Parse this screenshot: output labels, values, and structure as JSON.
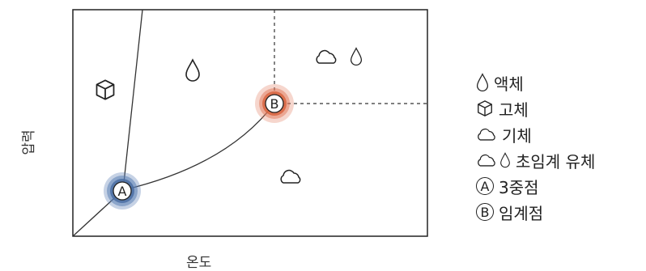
{
  "diagram": {
    "x_axis_label": "온도",
    "y_axis_label": "압력",
    "point_a_label": "A",
    "point_b_label": "B",
    "colors": {
      "triple_point": "#5b7fb5",
      "critical_point": "#e0785a",
      "line": "#333333",
      "frame": "#222222"
    }
  },
  "legend": [
    {
      "icons": [
        "drop-icon"
      ],
      "label": "액체"
    },
    {
      "icons": [
        "cube-icon"
      ],
      "label": "고체"
    },
    {
      "icons": [
        "cloud-icon"
      ],
      "label": "기체"
    },
    {
      "icons": [
        "cloud-icon",
        "drop-icon"
      ],
      "label": "초임계 유체"
    },
    {
      "icons": [
        "circled-letter-icon"
      ],
      "letter": "A",
      "label": "3중점"
    },
    {
      "icons": [
        "circled-letter-icon"
      ],
      "letter": "B",
      "label": "임계점"
    }
  ]
}
